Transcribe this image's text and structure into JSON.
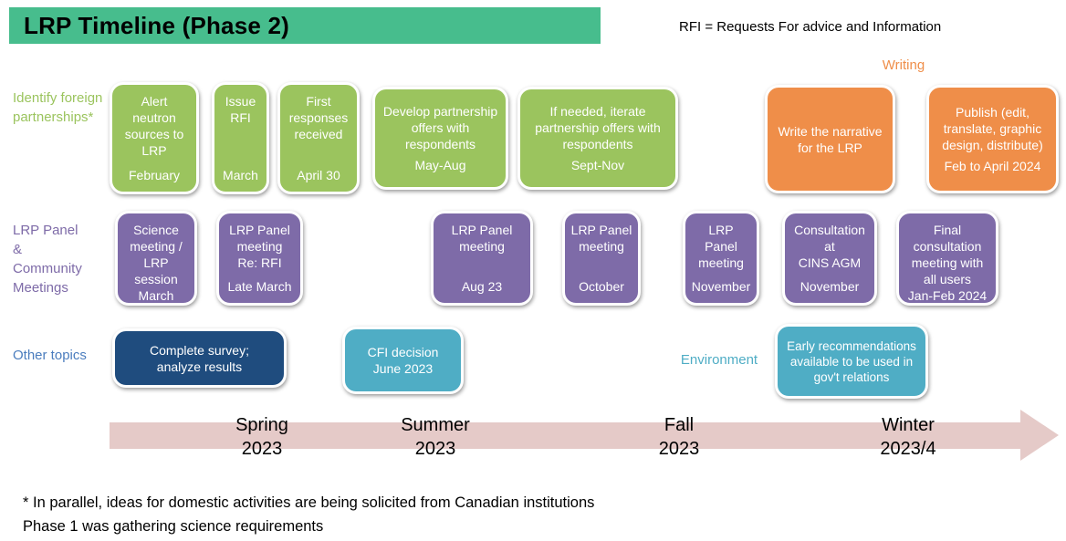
{
  "header": {
    "title": "LRP Timeline (Phase 2)",
    "note": "RFI = Requests For advice and Information"
  },
  "annotations": {
    "writing": "Writing",
    "environment": "Environment"
  },
  "rows": {
    "foreign": {
      "label": "Identify foreign partnerships*",
      "boxes": [
        {
          "text": "Alert neutron sources to LRP",
          "date": "February"
        },
        {
          "text": "Issue RFI",
          "date": "March"
        },
        {
          "text": "First responses received",
          "date": "April 30"
        },
        {
          "text": "Develop partnership offers with respondents",
          "date": "May-Aug"
        },
        {
          "text": "If needed, iterate partnership offers with respondents",
          "date": "Sept-Nov"
        },
        {
          "text": "Write the narrative for the LRP"
        },
        {
          "text": "Publish (edit, translate, graphic design, distribute)",
          "date": "Feb to April 2024"
        }
      ]
    },
    "panel": {
      "label": "LRP Panel\n&\nCommunity\nMeetings",
      "boxes": [
        {
          "text": "Science meeting / LRP session",
          "date": "March"
        },
        {
          "text": "LRP Panel meeting\nRe: RFI",
          "date": "Late March"
        },
        {
          "text": "LRP Panel meeting",
          "date": "Aug 23"
        },
        {
          "text": "LRP Panel meeting",
          "date": "October"
        },
        {
          "text": "LRP Panel meeting",
          "date": "November"
        },
        {
          "text": "Consultation\nat\nCINS AGM",
          "date": "November"
        },
        {
          "text": "Final consultation meeting with all users",
          "date": "Jan-Feb 2024"
        }
      ]
    },
    "other": {
      "label": "Other topics",
      "boxes": [
        {
          "text": "Complete survey;\nanalyze results"
        },
        {
          "text": "CFI decision\nJune 2023"
        },
        {
          "text": "Early recommendations available to be used in gov't relations"
        }
      ]
    }
  },
  "timeline": {
    "seasons": [
      {
        "name": "Spring",
        "year": "2023"
      },
      {
        "name": "Summer",
        "year": "2023"
      },
      {
        "name": "Fall",
        "year": "2023"
      },
      {
        "name": "Winter",
        "year": "2023/4"
      }
    ]
  },
  "footnote": "* In parallel, ideas for domestic activities are being solicited from Canadian institutions\nPhase 1 was gathering science requirements",
  "colors": {
    "header-green": "#47bd8d",
    "green": "#9bc45e",
    "orange": "#ef8e49",
    "purple": "#7e6ba8",
    "navy": "#1f4c7e",
    "teal": "#4fadc5",
    "arrow-pink": "#e5cac8",
    "label-blue": "#4b7dbe"
  }
}
